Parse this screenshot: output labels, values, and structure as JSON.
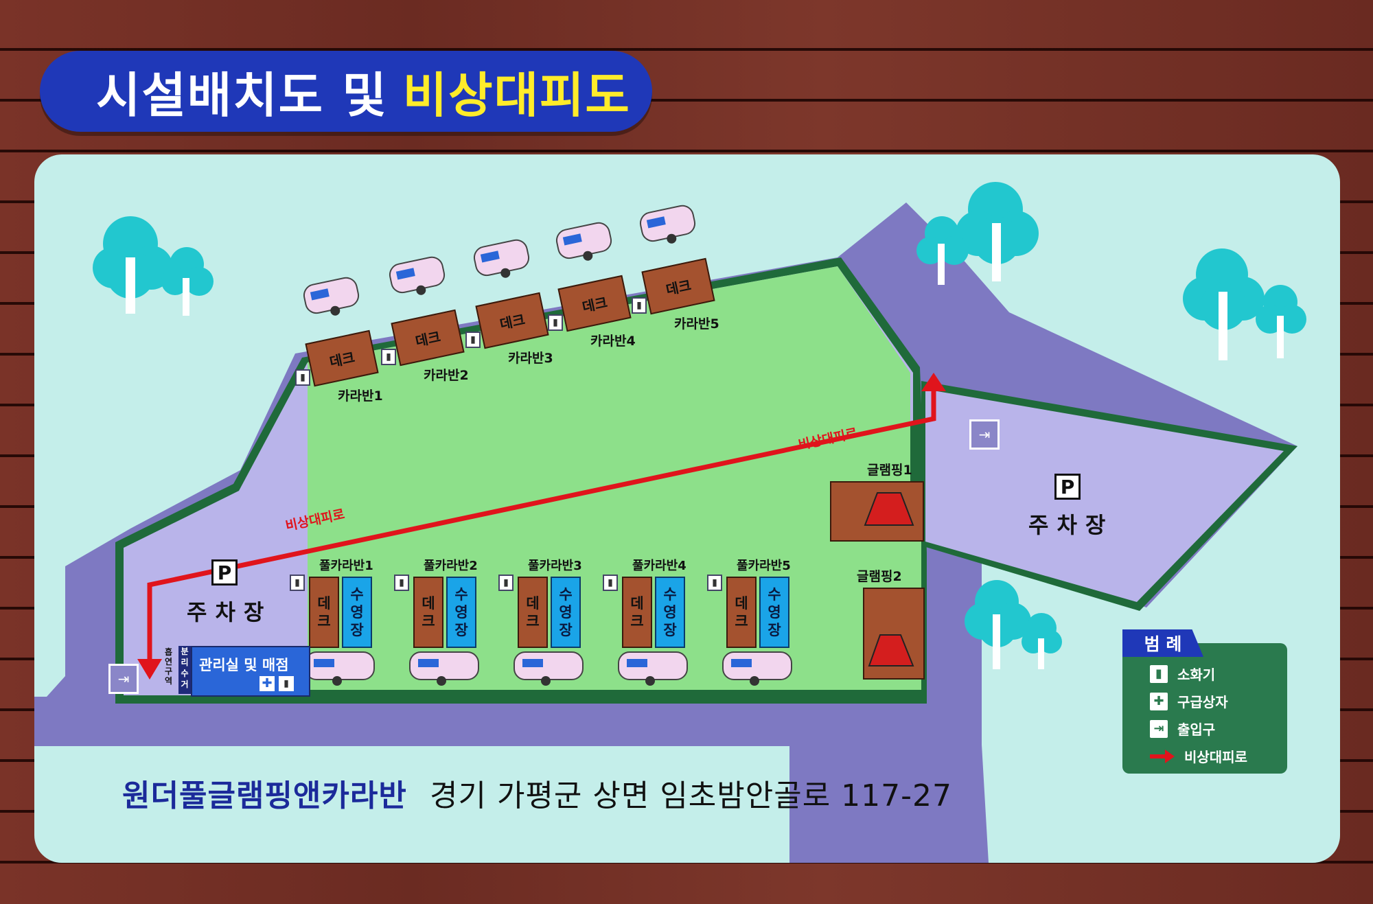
{
  "header": {
    "title_main": "시설배치도 및",
    "title_highlight": "비상대피도"
  },
  "colors": {
    "board": "#c4eeea",
    "road": "#7e79c2",
    "site": "#8de08a",
    "border": "#1f6a3a",
    "deck": "#a4522f",
    "pool": "#1aa4e8",
    "route": "#e0141c",
    "legend": "#2a7a4e",
    "title_bg": "#1f38b8"
  },
  "route": {
    "label_lower": "비상대피로",
    "label_upper": "비상대피로"
  },
  "caravans_top": [
    {
      "name": "카라반1",
      "deck": "데크"
    },
    {
      "name": "카라반2",
      "deck": "데크"
    },
    {
      "name": "카라반3",
      "deck": "데크"
    },
    {
      "name": "카라반4",
      "deck": "데크"
    },
    {
      "name": "카라반5",
      "deck": "데크"
    }
  ],
  "pool_caravans": [
    {
      "name": "풀카라반1",
      "deck": [
        "데",
        "크"
      ],
      "pool": [
        "수",
        "영",
        "장"
      ]
    },
    {
      "name": "풀카라반2",
      "deck": [
        "데",
        "크"
      ],
      "pool": [
        "수",
        "영",
        "장"
      ]
    },
    {
      "name": "풀카라반3",
      "deck": [
        "데",
        "크"
      ],
      "pool": [
        "수",
        "영",
        "장"
      ]
    },
    {
      "name": "풀카라반4",
      "deck": [
        "데",
        "크"
      ],
      "pool": [
        "수",
        "영",
        "장"
      ]
    },
    {
      "name": "풀카라반5",
      "deck": [
        "데",
        "크"
      ],
      "pool": [
        "수",
        "영",
        "장"
      ]
    }
  ],
  "glamping": [
    {
      "name": "글램핑1"
    },
    {
      "name": "글램핑2"
    }
  ],
  "parking": [
    {
      "symbol": "P",
      "label": "주차장"
    },
    {
      "symbol": "P",
      "label": "주차장"
    }
  ],
  "facilities": {
    "office": "관리실 및 매점",
    "smoking": [
      "흡",
      "연",
      "구",
      "역"
    ],
    "recycle": [
      "분",
      "리",
      "수",
      "거"
    ]
  },
  "legend": {
    "title": "범 례",
    "items": [
      {
        "icon": "fire-extinguisher-icon",
        "label": "소화기"
      },
      {
        "icon": "first-aid-icon",
        "label": "구급상자"
      },
      {
        "icon": "exit-icon",
        "label": "출입구"
      },
      {
        "icon": "arrow-route-icon",
        "label": "비상대피로"
      }
    ]
  },
  "footer": {
    "name": "원더풀글램핑앤카라반",
    "address": "경기 가평군 상면 임초밤안골로 117-27"
  }
}
